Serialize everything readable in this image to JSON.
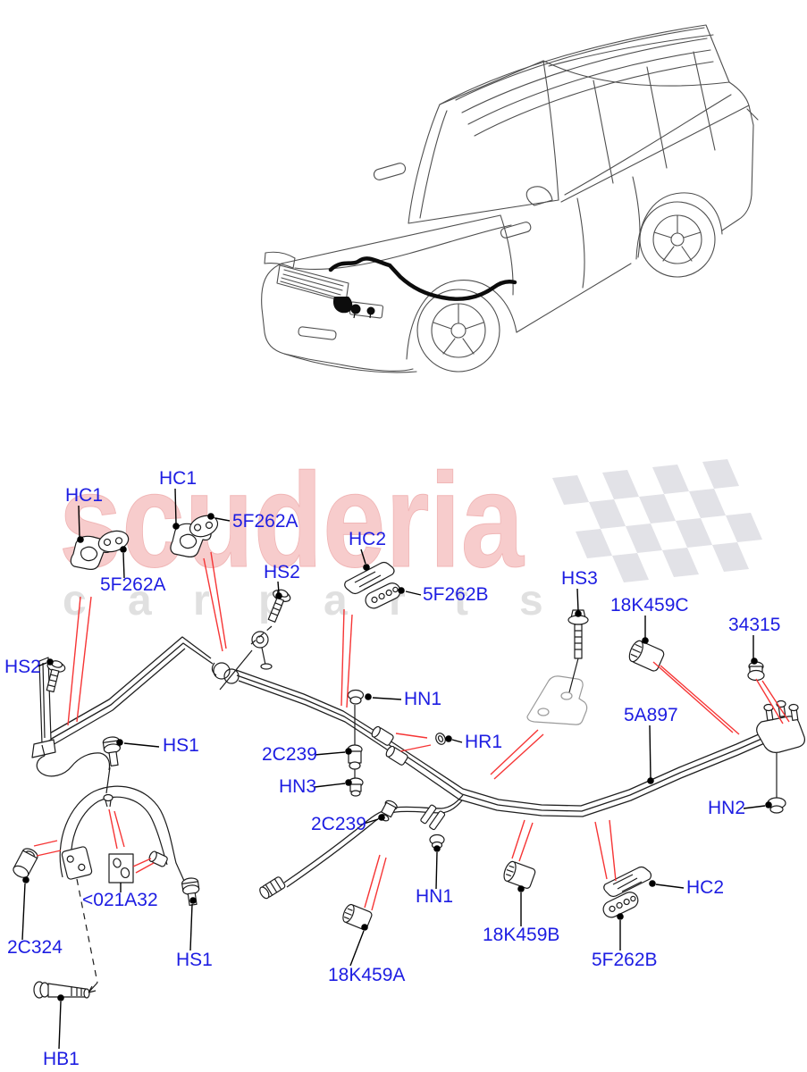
{
  "watermark": {
    "brand": "scuderia",
    "sub": "car parts",
    "letters": [
      "c",
      "a",
      "r",
      "p",
      "a",
      "r",
      "t",
      "s"
    ]
  },
  "colors": {
    "label_blue": "#1d1de2",
    "pointer_red": "#f63535",
    "watermark_pink": "#f7cccc",
    "watermark_gray": "#e0e0e0",
    "flag_gray": "#e2e2e7",
    "line_black": "#1c1c1c"
  },
  "labels": [
    {
      "text": "HC1"
    },
    {
      "text": "HC1"
    },
    {
      "text": "5F262A"
    },
    {
      "text": "5F262A"
    },
    {
      "text": "HC2"
    },
    {
      "text": "HS2"
    },
    {
      "text": "HS2"
    },
    {
      "text": "5F262B"
    },
    {
      "text": "HS3"
    },
    {
      "text": "18K459C"
    },
    {
      "text": "34315"
    },
    {
      "text": "HN1"
    },
    {
      "text": "HR1"
    },
    {
      "text": "5A897"
    },
    {
      "text": "HN2"
    },
    {
      "text": "2C239"
    },
    {
      "text": "HN3"
    },
    {
      "text": "2C239"
    },
    {
      "text": "HS1"
    },
    {
      "text": "<021A32"
    },
    {
      "text": "2C324"
    },
    {
      "text": "HS1"
    },
    {
      "text": "HB1"
    },
    {
      "text": "HN1"
    },
    {
      "text": "18K459A"
    },
    {
      "text": "18K459B"
    },
    {
      "text": "5F262B"
    },
    {
      "text": "HC2"
    }
  ]
}
